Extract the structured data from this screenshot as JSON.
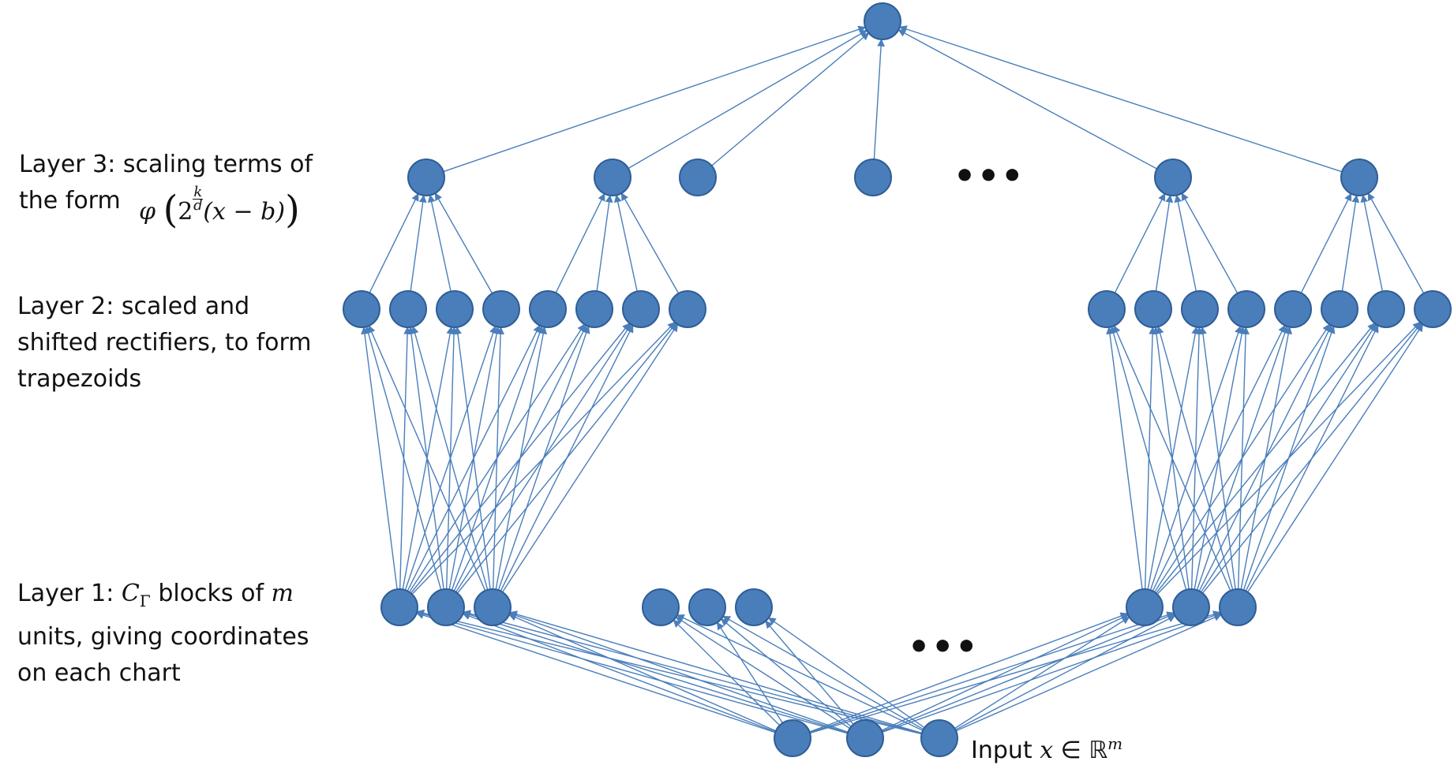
{
  "colors": {
    "node_fill": "#4A7EBB",
    "node_stroke": "#2F5E96",
    "edge": "#4A7EBB",
    "text": "#111111"
  },
  "labels": {
    "layer3": {
      "line1": "Layer 3: scaling terms  of",
      "line2": "the form",
      "formula_phi": "φ",
      "formula_base": "2",
      "formula_k": "k",
      "formula_d": "d",
      "formula_rest": "(x − b)"
    },
    "layer2": {
      "line1": "Layer 2: scaled and",
      "line2": "shifted rectifiers, to form",
      "line3": "trapezoids"
    },
    "layer1": {
      "prefix": "Layer 1: ",
      "C": "C",
      "Gamma": "Γ",
      "middle": " blocks of ",
      "m": "m",
      "line2": "units, giving coordinates",
      "line3": "on each chart"
    },
    "input": {
      "text": "Input ",
      "x": "x",
      "in": " ∈ ",
      "R": "ℝ",
      "m": "m"
    },
    "ellipsis": "•••"
  }
}
